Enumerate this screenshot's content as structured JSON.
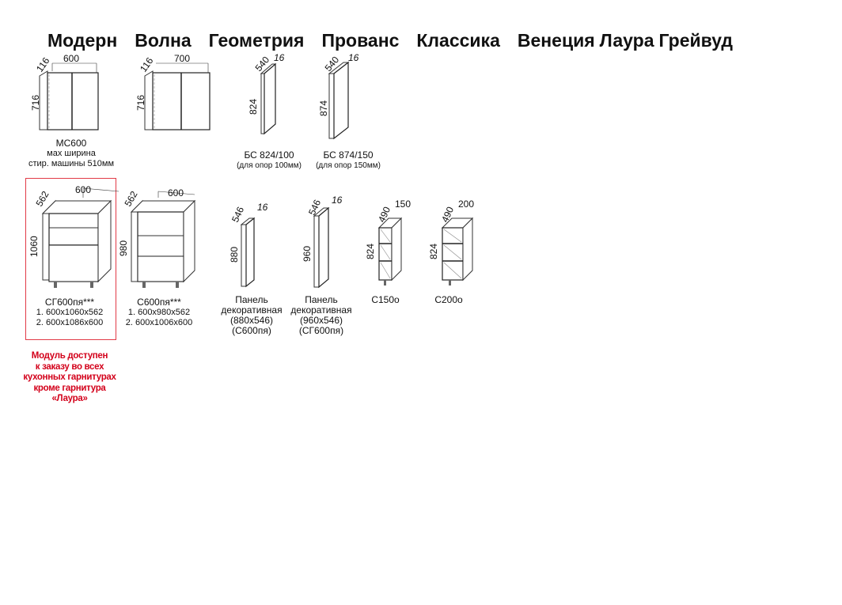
{
  "header": {
    "collections": [
      "Модерн",
      "Волна",
      "Геометрия",
      "Прованс",
      "Классика",
      "Венеция",
      "Лаура",
      "Грейвуд"
    ]
  },
  "row1": [
    {
      "dims": {
        "depth": "116",
        "width": "600",
        "height": "716"
      },
      "lines": [
        "МС600",
        "мах ширина",
        "стир. машины 510мм"
      ]
    },
    {
      "dims": {
        "depth": "116",
        "width": "700",
        "height": "716"
      },
      "lines": []
    },
    {
      "dims": {
        "depth": "540",
        "thick": "16",
        "height": "824"
      },
      "lines": [
        "БС 824/100",
        "(для опор 100мм)"
      ]
    },
    {
      "dims": {
        "depth": "540",
        "thick": "16",
        "height": "874"
      },
      "lines": [
        "БС 874/150",
        "(для опор 150мм)"
      ]
    }
  ],
  "row2": [
    {
      "dims": {
        "depth": "562",
        "width": "600",
        "height": "1060"
      },
      "lines": [
        "СГ600пя***",
        "1. 600х1060х562",
        "2. 600х1086х600"
      ]
    },
    {
      "dims": {
        "depth": "562",
        "width": "600",
        "height": "980"
      },
      "lines": [
        "С600пя***",
        "1. 600х980х562",
        "2. 600х1006х600"
      ]
    },
    {
      "dims": {
        "depth": "546",
        "thick": "16",
        "height": "880"
      },
      "lines": [
        "Панель",
        "декоративная",
        "(880х546)",
        "(С600пя)"
      ]
    },
    {
      "dims": {
        "depth": "546",
        "thick": "16",
        "height": "960"
      },
      "lines": [
        "Панель",
        "декоративная",
        "(960х546)",
        "(СГ600пя)"
      ]
    },
    {
      "dims": {
        "depth": "490",
        "width": "150",
        "height": "824"
      },
      "lines": [
        "С150о"
      ]
    },
    {
      "dims": {
        "depth": "490",
        "width": "200",
        "height": "824"
      },
      "lines": [
        "С200о"
      ]
    }
  ],
  "note": {
    "lines": [
      "Модуль доступен",
      "к заказу во всех",
      "кухонных гарнитурах",
      "кроме гарнитура",
      "«Лаура»"
    ],
    "color": "#d3001a"
  }
}
